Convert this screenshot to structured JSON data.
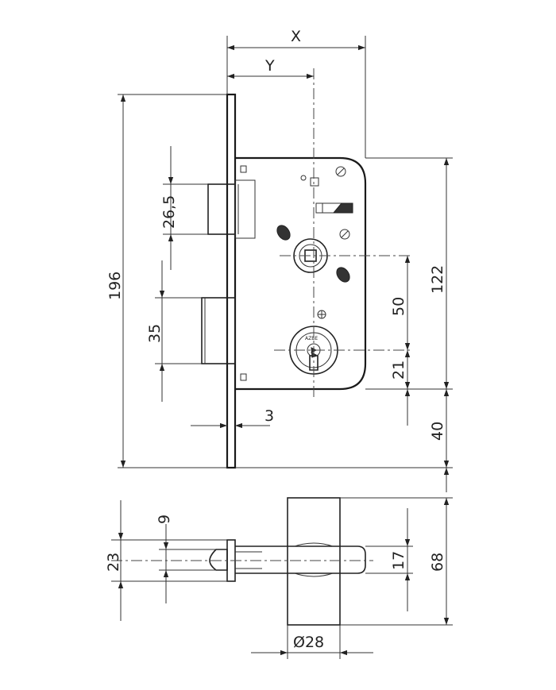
{
  "dimensions": {
    "x": "X",
    "y": "Y",
    "d196": "196",
    "d26_5": "26,5",
    "d35": "35",
    "d3": "3",
    "d122": "122",
    "d50": "50",
    "d21": "21",
    "d40": "40",
    "d9": "9",
    "d23": "23",
    "d17": "17",
    "d68": "68",
    "d_diam28": "Ø28"
  },
  "cylinder_brand": "AZBE"
}
